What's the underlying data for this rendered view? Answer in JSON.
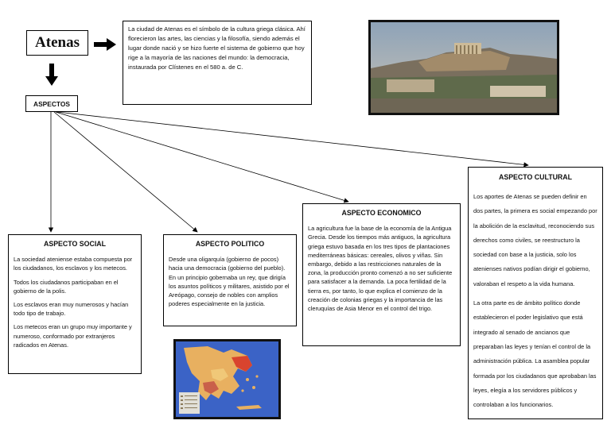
{
  "title": "Atenas",
  "intro": "La ciudad de Atenas es el símbolo de la cultura griega clásica. Ahí florecieron las artes, las ciencias y la filosofía, siendo además el lugar donde nació y se hizo fuerte el sistema de gobierno que hoy rige a la mayoría de las naciones del mundo: la democracia, instaurada por Clístenes en el 580 a. de C.",
  "aspectos_label": "ASPECTOS",
  "social": {
    "heading": "ASPECTO SOCIAL",
    "paragraphs": [
      "La sociedad ateniense estaba compuesta por los ciudadanos, los esclavos y los metecos.",
      "Todos los ciudadanos participaban en el gobierno de la polis.",
      "Los esclavos eran muy numerosos y hacían todo tipo de trabajo.",
      "Los metecos eran un grupo muy importante y numeroso, conformado por extranjeros radicados en Atenas."
    ]
  },
  "politico": {
    "heading": "ASPECTO POLITICO",
    "paragraphs": [
      "Desde una oligarquía (gobierno de pocos) hacia una democracia (gobierno del pueblo). En un principio gobernaba un rey, que dirigía los asuntos políticos y militares, asistido por el Areópago, consejo de nobles con amplios poderes especialmente en la justicia."
    ]
  },
  "economico": {
    "heading": "ASPECTO ECONOMICO",
    "paragraphs": [
      "La agricultura fue la base de la economía de la Antigua Grecia. Desde los tiempos más antiguos, la agricultura griega estuvo basada en los tres tipos de plantaciones mediterráneas básicas: cereales, olivos y viñas. Sin embargo, debido a las restricciones naturales de la zona, la producción pronto comenzó a no ser suficiente para satisfacer a la demanda. La poca fertilidad de la tierra es, por tanto, lo que explica el comienzo de la creación de colonias griegas y la importancia de las cleruquías de Asia Menor en el control del trigo."
    ]
  },
  "cultural": {
    "heading": "ASPECTO CULTURAL",
    "paragraphs": [
      "Los aportes de Atenas se pueden definir en dos partes, la primera es social empezando por la abolición de la esclavitud, reconociendo sus derechos como civiles, se reestructuro la sociedad con base a la justicia, solo los atenienses nativos podían dirigir el gobierno, valoraban el respeto a la vida humana.",
      " La otra parte es de ámbito político donde establecieron el poder legislativo que está integrado al senado de ancianos que preparaban las leyes y tenían el control de la administración pública. La asamblea popular formada por los ciudadanos que aprobaban las leyes, elegía a los servidores públicos y controlaban a los funcionarios."
    ]
  },
  "colors": {
    "map_sea": "#3b63c6",
    "map_land": "#e8b060",
    "photo_sky": "#a9b7c6"
  },
  "icons": [
    "right-arrow-icon",
    "down-arrow-icon"
  ]
}
